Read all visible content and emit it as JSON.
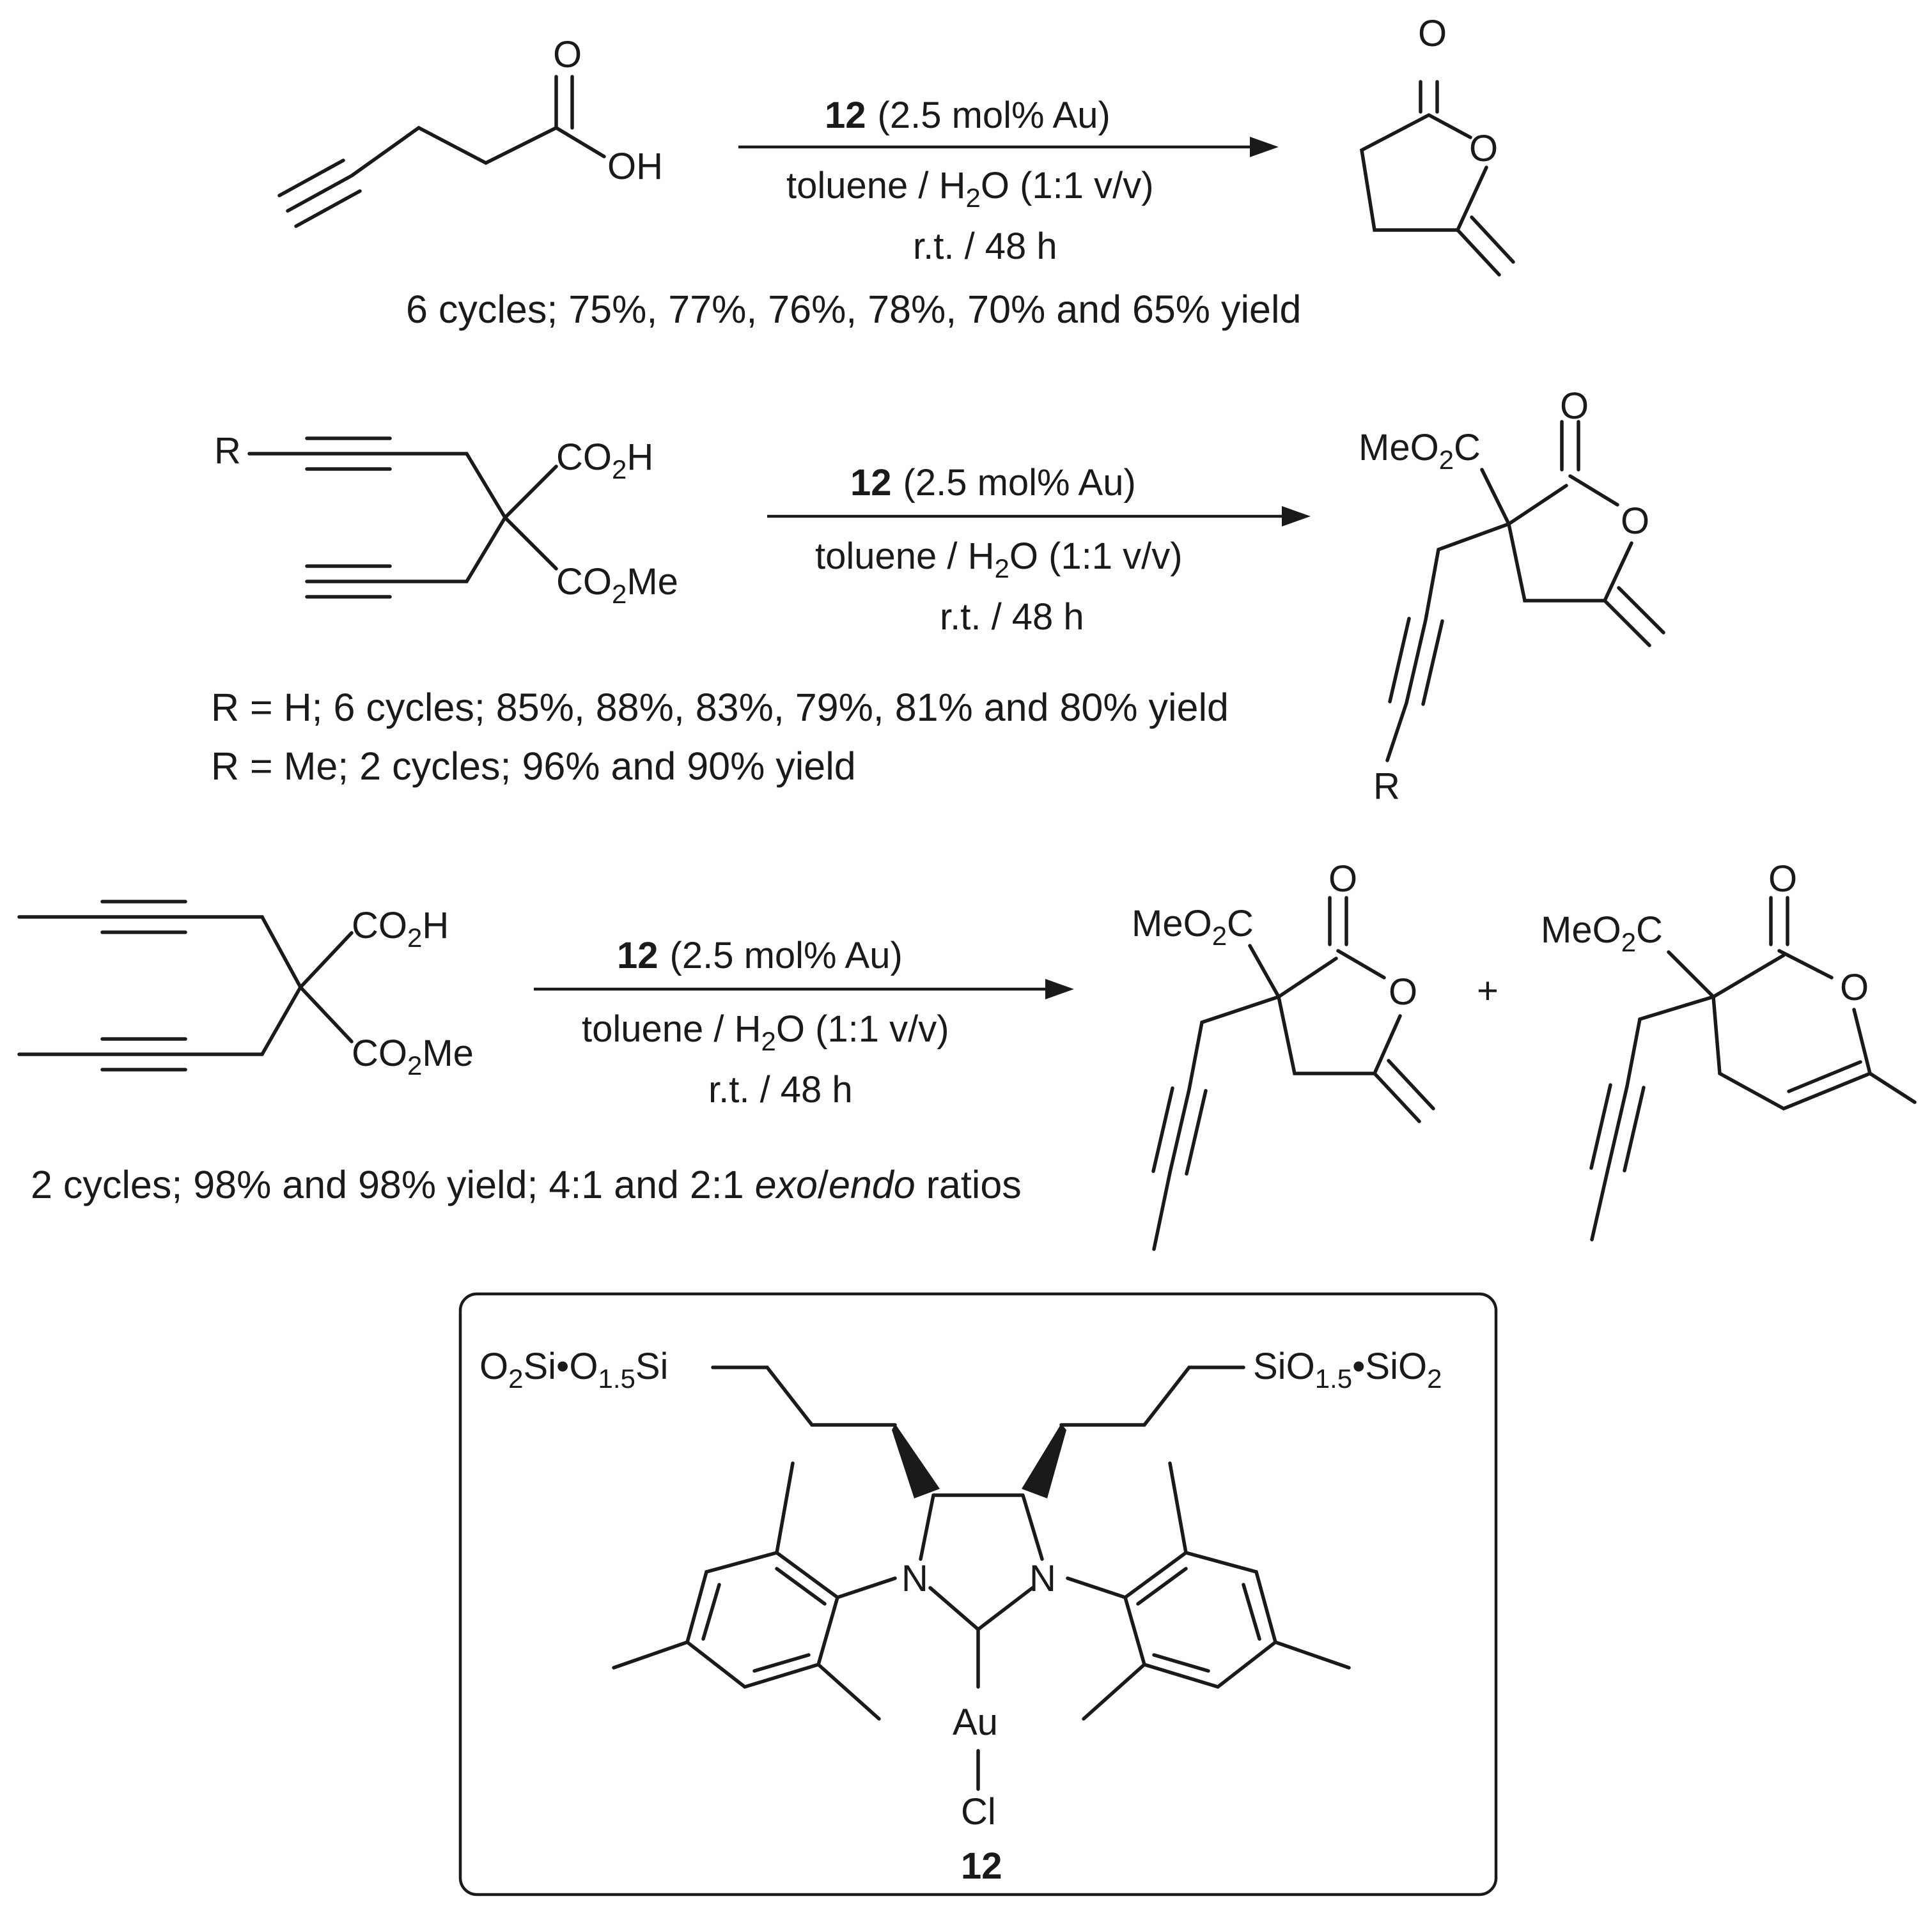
{
  "reaction1": {
    "reagent_num": "12",
    "reagent": "(2.5 mol% Au)",
    "solvent_pre": "toluene / H",
    "solvent_sub": "2",
    "solvent_post": "O (1:1 v/v)",
    "temp_time": "r.t. / 48 h",
    "result": "6 cycles; 75%, 77%, 76%, 78%, 70% and 65% yield"
  },
  "reaction2": {
    "reagent_num": "12",
    "reagent": "(2.5 mol% Au)",
    "solvent_pre": "toluene / H",
    "solvent_sub": "2",
    "solvent_post": "O (1:1 v/v)",
    "temp_time": "r.t. / 48 h",
    "result_h": "R = H; 6 cycles; 85%, 88%, 83%, 79%, 81% and 80% yield",
    "result_me": "R = Me; 2 cycles; 96% and 90% yield"
  },
  "reaction3": {
    "reagent_num": "12",
    "reagent": "(2.5 mol% Au)",
    "solvent_pre": "toluene / H",
    "solvent_sub": "2",
    "solvent_post": "O (1:1 v/v)",
    "temp_time": "r.t. / 48 h",
    "result_pre": "2 cycles; 98% and 98% yield; 4:1 and 2:1 ",
    "result_exo": "exo",
    "result_slash": "/",
    "result_endo": "endo",
    "result_post": " ratios",
    "plus": "+"
  },
  "atoms": {
    "O": "O",
    "OH": "OH",
    "R": "R",
    "CO": "CO",
    "two": "2",
    "H": "H",
    "Me": "Me",
    "MeO": "MeO",
    "C": "C",
    "N": "N",
    "Au": "Au",
    "Cl": "Cl"
  },
  "catalyst": {
    "label": "12",
    "left_silica_a": "O",
    "left_silica_a_sub": "2",
    "left_silica_b": "Si•O",
    "left_silica_b_sub": "1.5",
    "left_silica_c": "Si",
    "right_silica_a": "SiO",
    "right_silica_a_sub": "1.5",
    "right_silica_b": "•SiO",
    "right_silica_b_sub": "2"
  }
}
